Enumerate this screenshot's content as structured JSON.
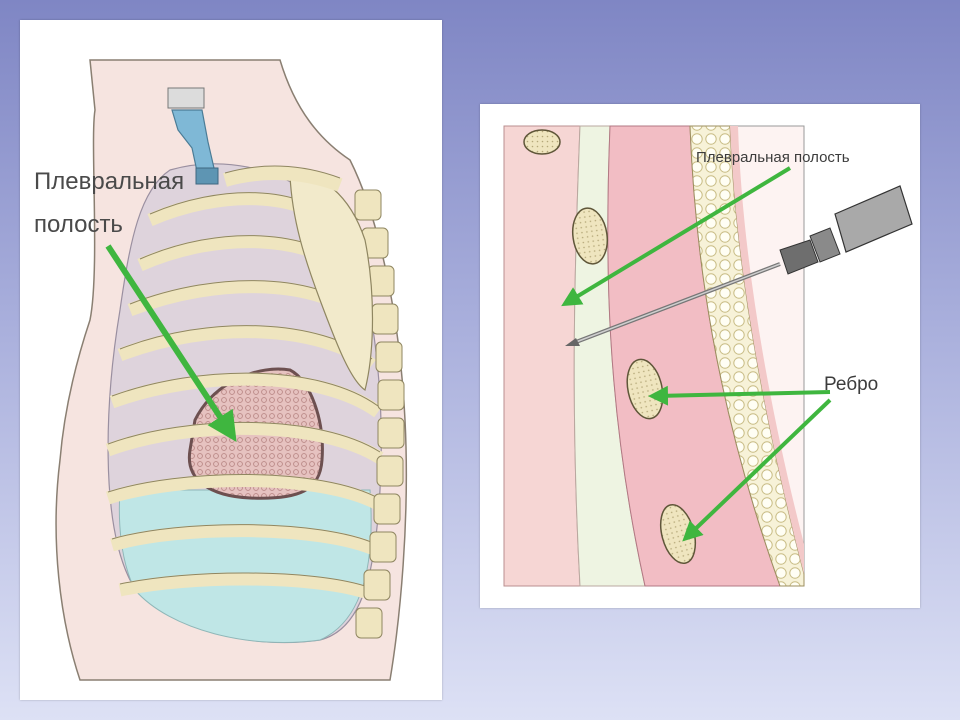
{
  "left_figure": {
    "label_line1": "Плевральная",
    "label_line2": "полость"
  },
  "right_figure": {
    "pleural_label": "Плевральная полость",
    "rib_label": "Ребро"
  },
  "colors": {
    "arrow": "#3fb63f",
    "bone": "#efe5bf",
    "bone_outline": "#8f8661",
    "fluid": "#bfe6e6",
    "lung_tissue": "#e7c3c3",
    "muscle": "#f2b7c0",
    "fat_layer": "#f7f2d8"
  }
}
